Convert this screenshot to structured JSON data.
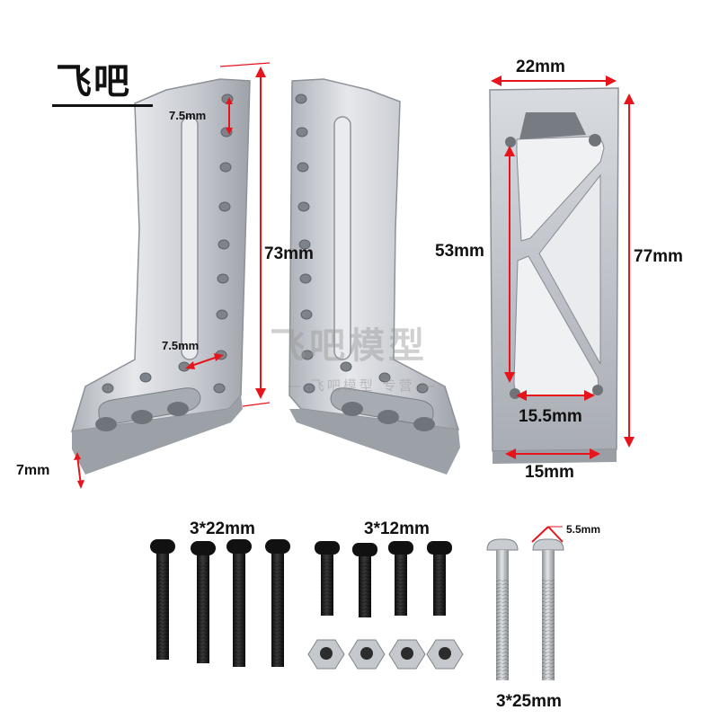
{
  "brand": {
    "name": "飞吧"
  },
  "watermark": {
    "text": "飞吧模型",
    "subtext": "— 飞吧模型 专营 —"
  },
  "dimensions": {
    "hole_pitch_top": "7.5mm",
    "bracket_height": "73mm",
    "hole_pitch_lower": "7.5mm",
    "plate_thickness": "7mm",
    "frame_width": "22mm",
    "frame_inner_height": "53mm",
    "frame_height": "77mm",
    "bottom_hole_span": "15.5mm",
    "bottom_width": "15mm"
  },
  "hardware": {
    "long_screws": "3*22mm",
    "short_screws": "3*12mm",
    "steel_screws": "3*25mm",
    "head_size": "5.5mm"
  },
  "colors": {
    "dimension_arrow": "#e8141c",
    "aluminum": "#c9ccd2",
    "screw": "#1b1b1b",
    "steel": "#b9bcc0"
  }
}
